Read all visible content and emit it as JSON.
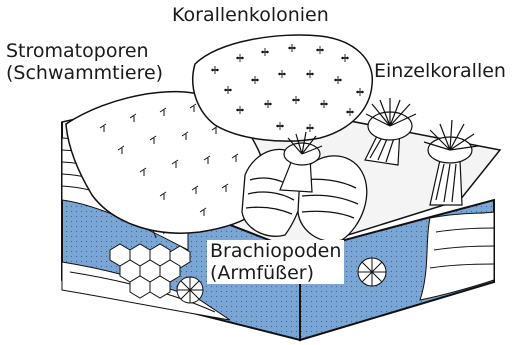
{
  "labels": {
    "korallenkolonien": "Korallenkolonien",
    "stromatoporen": [
      "Stromatoporen",
      "(Schwammtiere)"
    ],
    "einzelkorallen": "Einzelkorallen",
    "brachiopoden": [
      "Brachiopoden",
      "(Armfüßer)"
    ]
  },
  "colors": {
    "sediment": "#7aa6d6",
    "outline": "#111111",
    "background": "#ffffff"
  }
}
